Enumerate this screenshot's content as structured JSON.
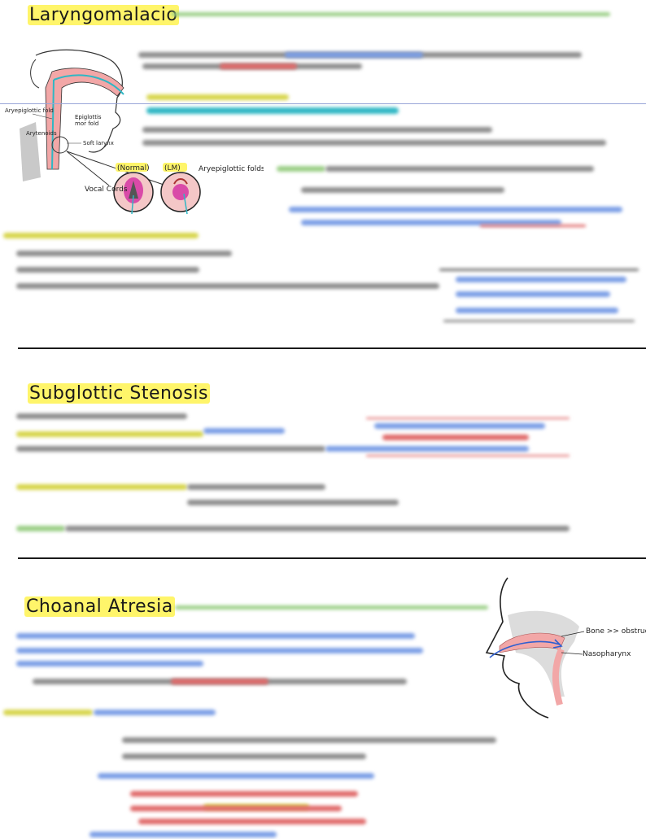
{
  "sections": {
    "laryngomalacia": {
      "title": "Laryngomalacio"
    },
    "subglottic": {
      "title": "Subglottic Stenosis"
    },
    "choanal": {
      "title": "Choanal Atresia"
    }
  },
  "diagram_larynx": {
    "aryepiglottic_fold": "Aryepiglottic fold",
    "epiglottis": "Epiglottis",
    "mor_fold": "mor fold",
    "arytenoids": "Arytenoids",
    "soft_larynx": "Soft larynx",
    "normal": "(Normal)",
    "lm": "(LM)",
    "aryepiglottic_folds": "Aryepiglottic folds",
    "vocal_cords": "Vocal Cords"
  },
  "diagram_nasal": {
    "bone": "Bone >> obstructi",
    "nasopharynx": "Nasopharynx"
  },
  "colors": {
    "highlight": "#fff56a",
    "gray": "#8e8e8e",
    "blue": "#7b9ee6",
    "red": "#e06a6a",
    "yellow": "#d7d54a",
    "green": "#9bcf86",
    "teal": "#2fb7c4"
  }
}
